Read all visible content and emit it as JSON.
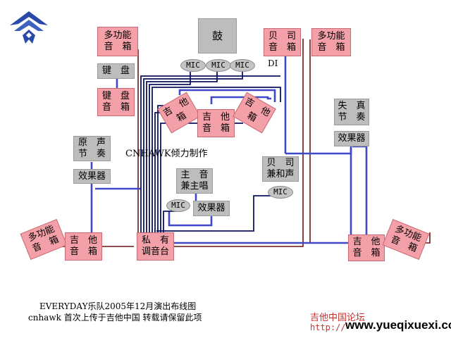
{
  "boxes": {
    "multi_amp_top": "多功能\n音　箱",
    "drum": "鼓",
    "bass_amp": "贝　司\n音　箱",
    "multi_amp_top_right": "多功能\n音　箱",
    "keyboard": "键　盘",
    "keyboard_amp": "键　盘\n音　箱",
    "guitar_amp_left": "吉　他\n箱",
    "guitar_amp_center": "吉　他\n音　箱",
    "guitar_amp_right": "吉　他\n箱",
    "distortion_rhythm": "失　真\n节　奏",
    "effects_right": "效果器",
    "acoustic_rhythm": "原　声\n节　奏",
    "effects_left": "效果器",
    "bass_backing": "贝　司\n兼和声",
    "lead_vocal": "主　音\n兼主唱",
    "effects_center": "效果器",
    "multi_amp_bottom_left": "多功能\n音　箱",
    "guitar_amp_bottom_left": "吉　他\n音　箱",
    "mixer": "私　有\n调音台",
    "guitar_amp_bottom_right": "吉　他\n音　箱",
    "multi_amp_bottom_right": "多功能\n音　箱"
  },
  "mics": {
    "drum_mic_1": "MIC",
    "drum_mic_2": "MIC",
    "drum_mic_3": "MIC",
    "bass_vocal_mic": "MIC",
    "lead_vocal_mic": "MIC"
  },
  "labels": {
    "di": "DI",
    "watermark_center": "CNHAWK倾力制作",
    "caption_line1": "EVERYDAY乐队2005年12月演出布线图",
    "caption_line2": "cnhawk 首次上传于吉他中国  转载请保留此项",
    "forum_name": "吉他中国论坛",
    "url_prefix": "http://",
    "url_domain": "www.yueqixuexi.com"
  },
  "colors": {
    "wire_blue": "#3f48c8",
    "wire_darkred": "#6a1414",
    "wire_navy": "#0c1260",
    "forum_red": "#c83232",
    "logo_blue": "#2a4aa8"
  },
  "icons": {
    "logo": "winged-emblem-icon"
  }
}
